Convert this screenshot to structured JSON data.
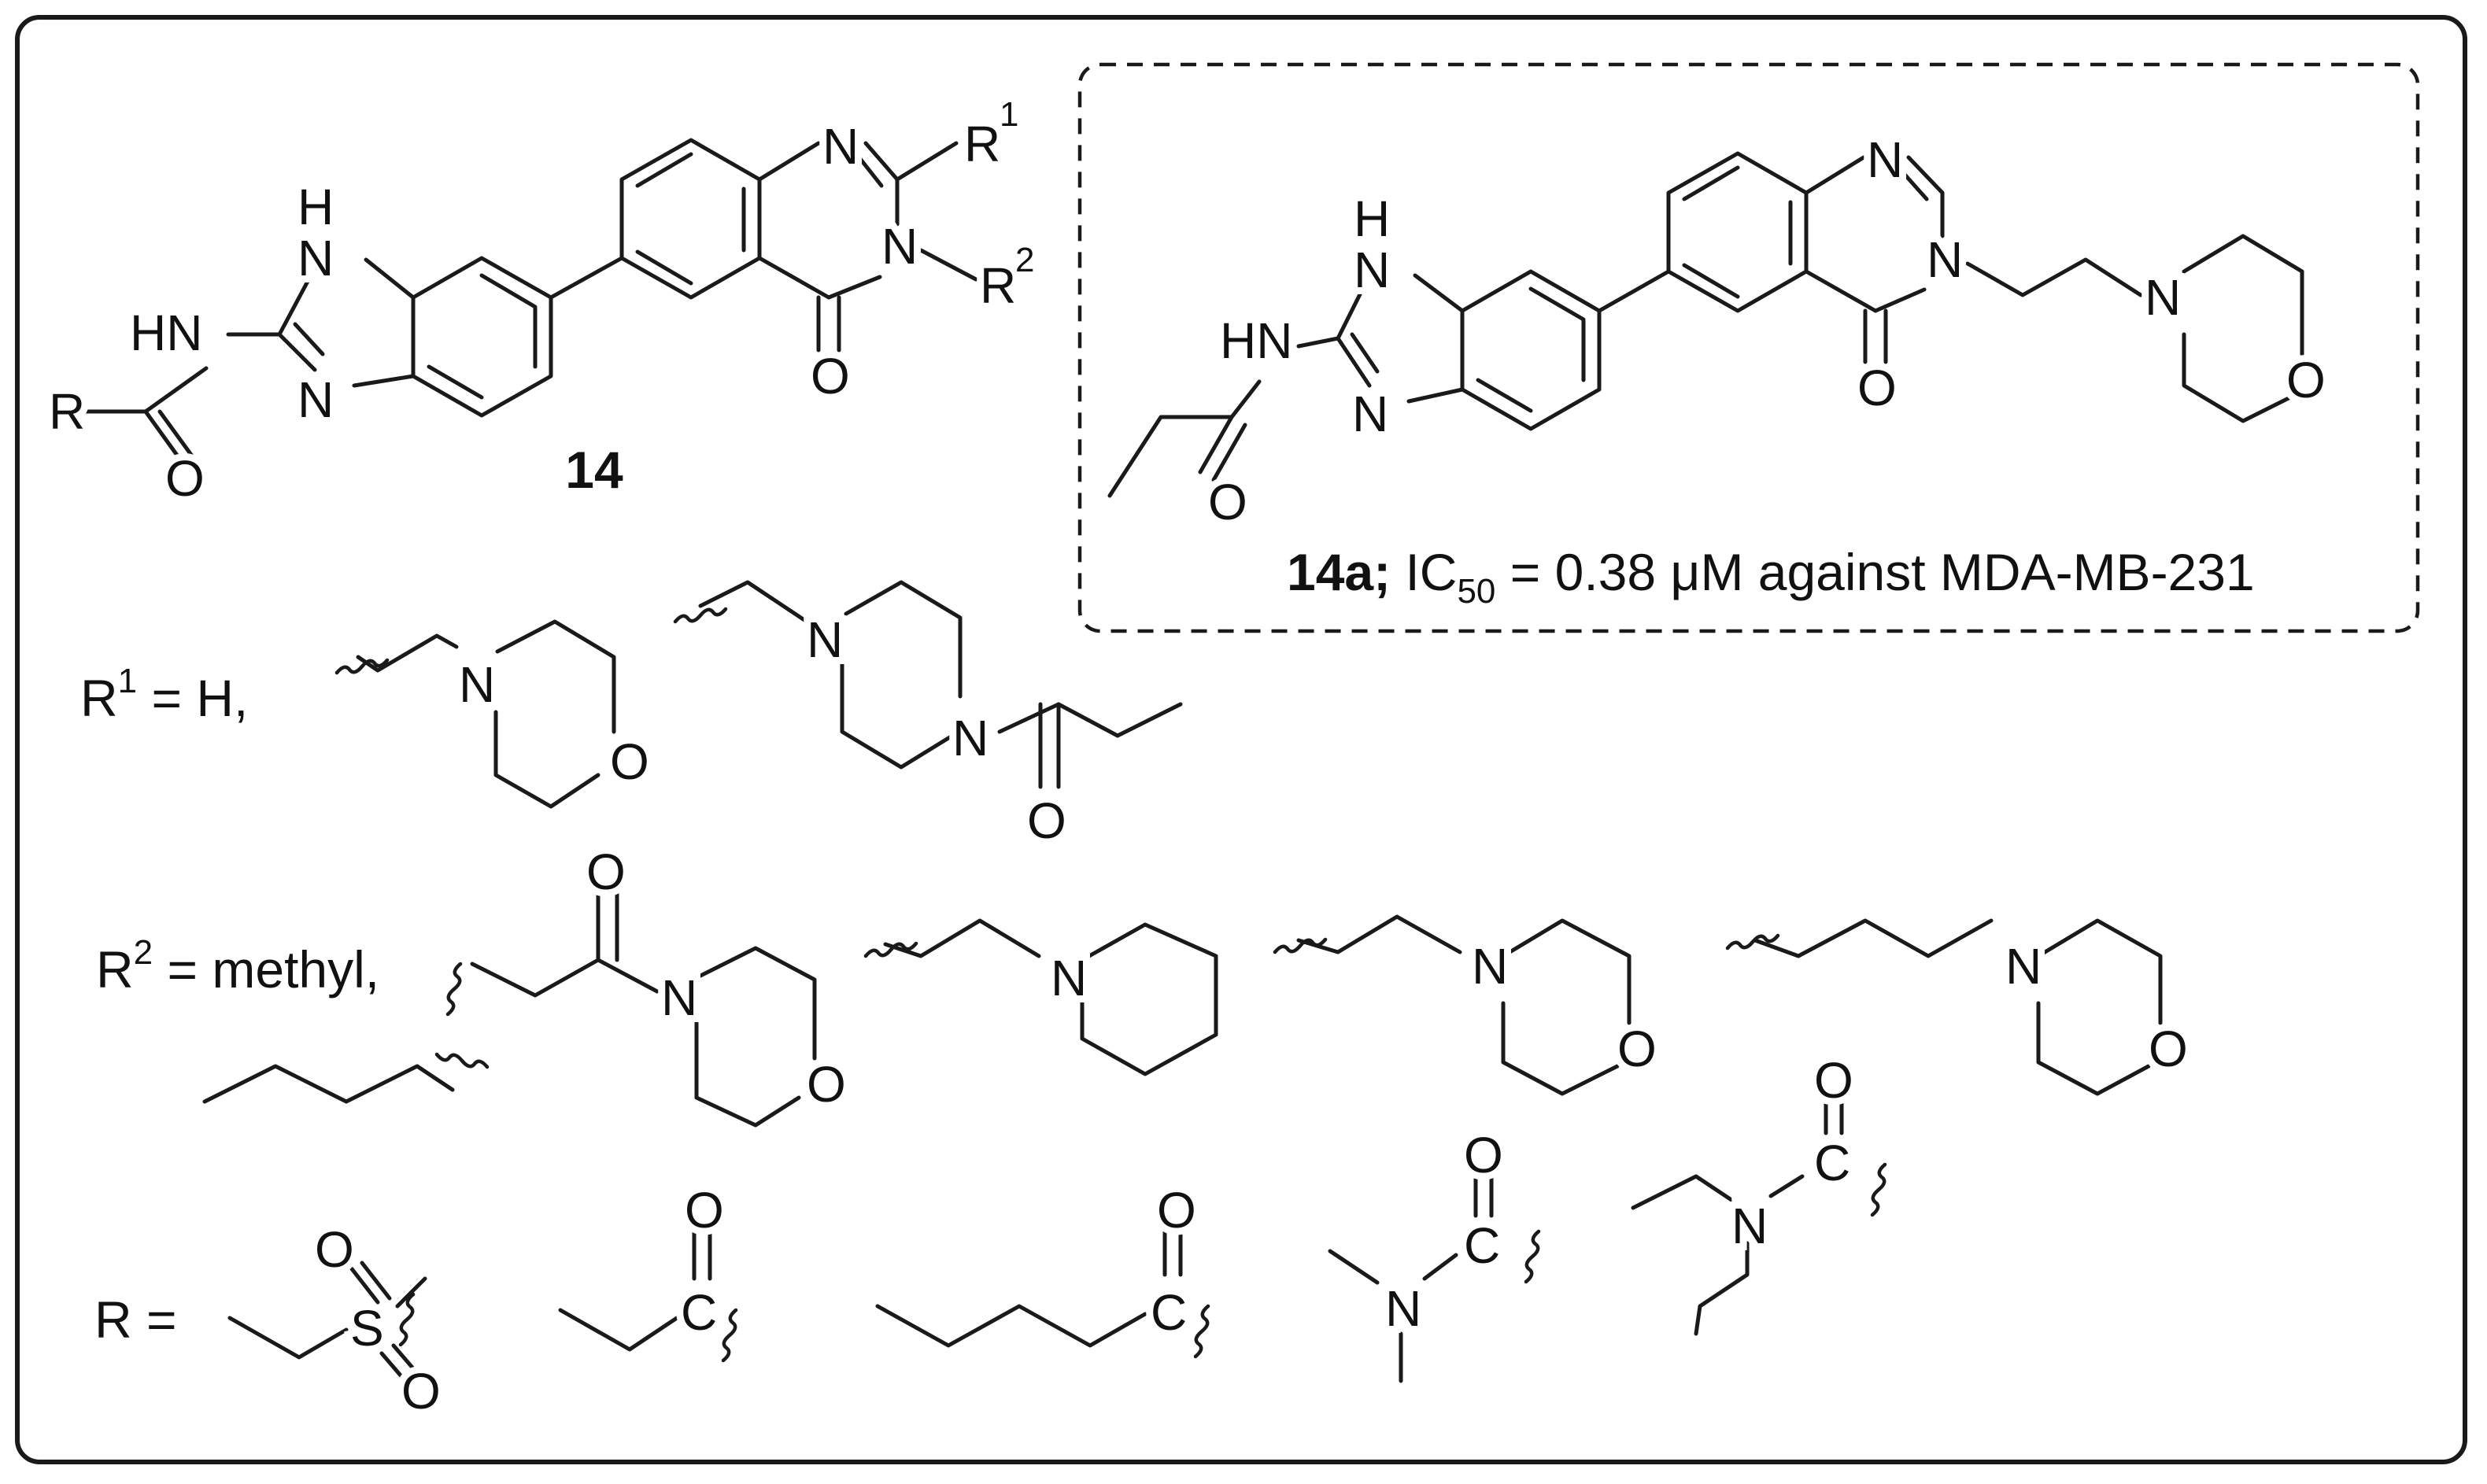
{
  "compound": {
    "core_number": "14",
    "highlight_number": "14a;",
    "highlight_ic": "IC",
    "highlight_ic_sub": "50",
    "highlight_rest": "= 0.38 μM against MDA-MB-231"
  },
  "atoms": {
    "N": "N",
    "H": "H",
    "HN": "HN",
    "O": "O",
    "S": "S",
    "C": "C",
    "R": "R",
    "R1_base": "R",
    "R1_sup": "1",
    "R2_base": "R",
    "R2_sup": "2"
  },
  "rows": {
    "r1_label": "R",
    "r1_sup": "1",
    "r1_text": "= H,",
    "r2_label": "R",
    "r2_sup": "2",
    "r2_text": "= methyl,",
    "r_label": "R ="
  }
}
